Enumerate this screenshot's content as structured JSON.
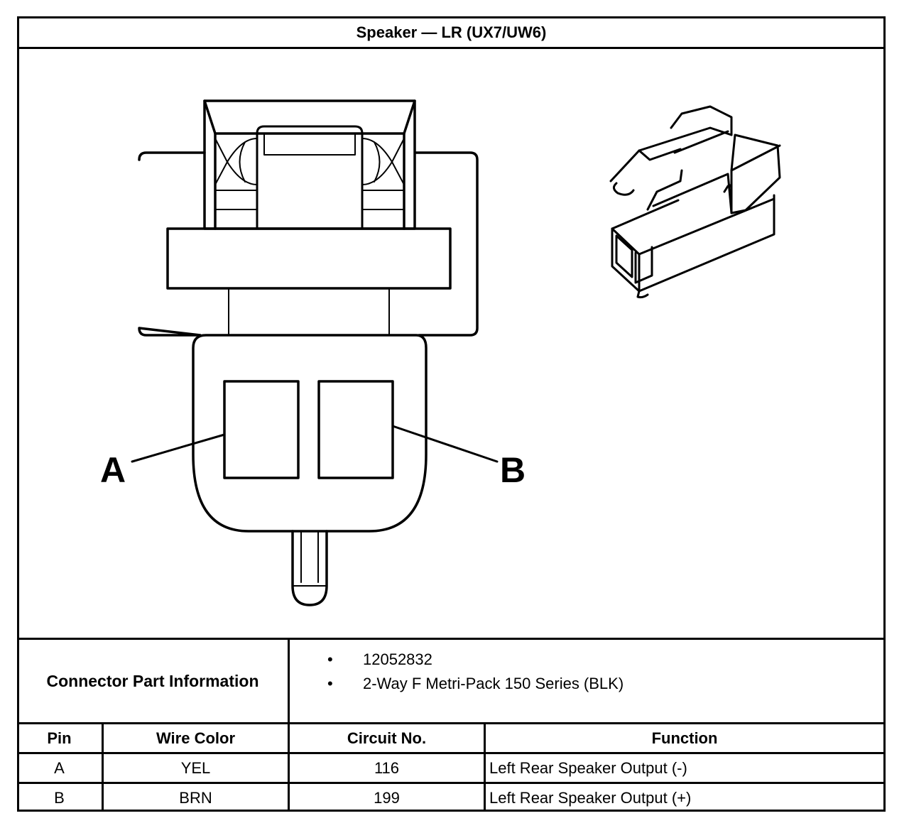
{
  "title": "Speaker — LR (UX7/UW6)",
  "diagram": {
    "pin_labels": [
      "A",
      "B"
    ]
  },
  "connector_info": {
    "label": "Connector Part Information",
    "items": [
      "12052832",
      "2-Way F Metri-Pack 150 Series (BLK)"
    ]
  },
  "pin_table": {
    "headers": [
      "Pin",
      "Wire Color",
      "Circuit No.",
      "Function"
    ],
    "rows": [
      [
        "A",
        "YEL",
        "116",
        "Left Rear Speaker Output (-)"
      ],
      [
        "B",
        "BRN",
        "199",
        "Left Rear Speaker Output (+)"
      ]
    ]
  }
}
